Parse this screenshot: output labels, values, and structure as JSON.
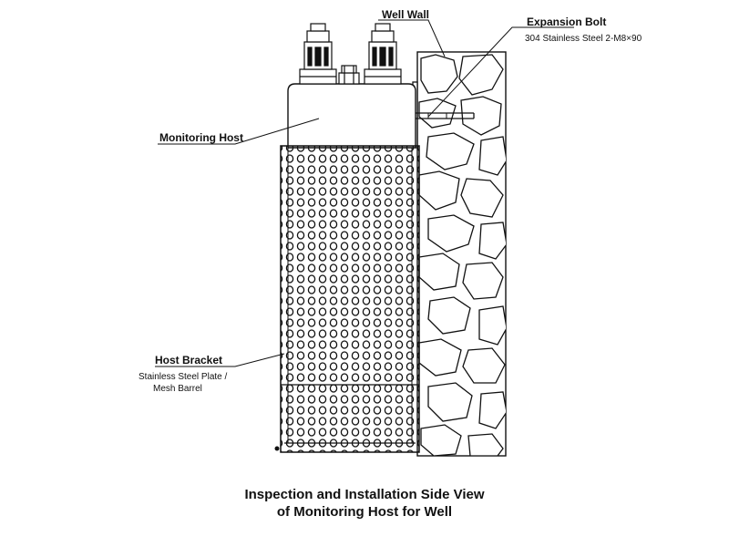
{
  "labels": {
    "well_wall": "Well Wall",
    "expansion_bolt": "Expansion Bolt",
    "expansion_bolt_spec": "304 Stainless Steel 2-M8×90",
    "monitoring_host": "Monitoring Host",
    "host_bracket": "Host Bracket",
    "host_bracket_spec_1": "Stainless Steel Plate /",
    "host_bracket_spec_2": "Mesh Barrel"
  },
  "title": {
    "line1": "Inspection and Installation Side View",
    "line2": "of Monitoring Host for Well"
  },
  "colors": {
    "line": "#111111",
    "background": "#ffffff"
  }
}
